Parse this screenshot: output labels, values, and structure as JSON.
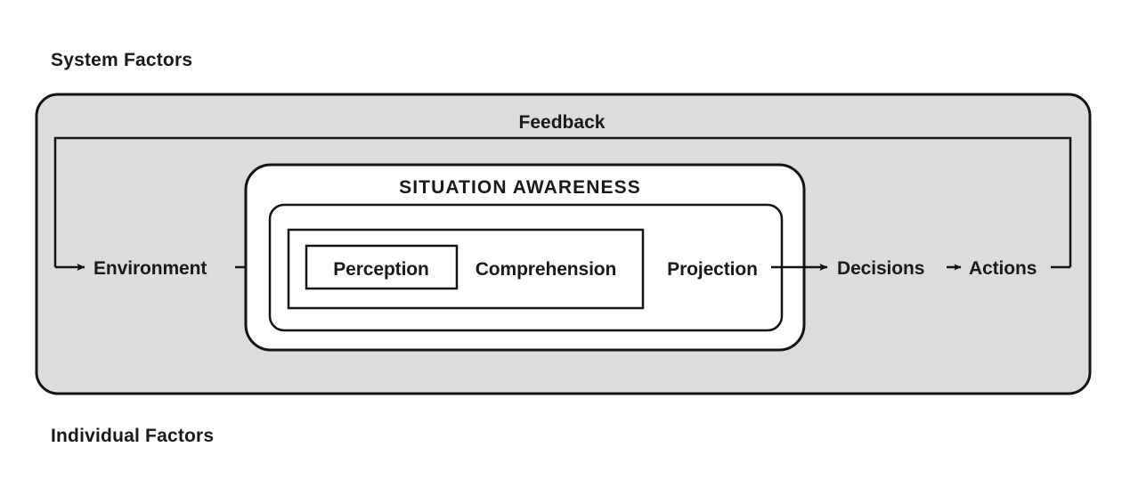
{
  "figure": {
    "title_top": "System Factors",
    "title_bottom": "Individual Factors",
    "feedback_label": "Feedback",
    "sa_label": "SITUATION AWARENESS",
    "nodes": {
      "environment": "Environment",
      "perception": "Perception",
      "comprehension": "Comprehension",
      "projection": "Projection",
      "decisions": "Decisions",
      "actions": "Actions"
    },
    "colors": {
      "outer_fill": "#dcdcdc",
      "inner_fill": "#ffffff",
      "stroke": "#141414",
      "text": "#1a1a1a",
      "page_background": "#ffffff"
    },
    "flow_sequence": [
      "Environment",
      "Perception",
      "Comprehension",
      "Projection",
      "Decisions",
      "Actions"
    ],
    "feedback_path": "Actions back to Environment",
    "nesting": [
      "System Factors (outer gray rounded container)",
      "SITUATION AWARENESS (white rounded container)",
      "Projection (rounded container)",
      "Comprehension (rectangle)",
      "Perception (rectangle)"
    ]
  }
}
